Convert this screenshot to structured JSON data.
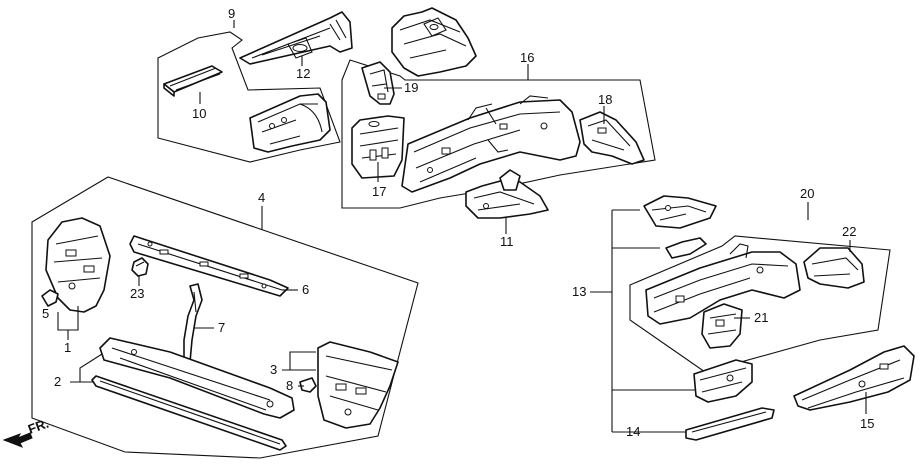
{
  "callouts": {
    "n1": "1",
    "n2": "2",
    "n3": "3",
    "n4": "4",
    "n5": "5",
    "n6": "6",
    "n7": "7",
    "n8": "8",
    "n9": "9",
    "n10": "10",
    "n11": "11",
    "n12": "12",
    "n13": "13",
    "n14": "14",
    "n15": "15",
    "n16": "16",
    "n17": "17",
    "n18": "18",
    "n19": "19",
    "n20": "20",
    "n21": "21",
    "n22": "22",
    "n23": "23"
  },
  "direction_label": "FR.",
  "icons": {
    "direction": "front-direction-arrow-icon"
  }
}
